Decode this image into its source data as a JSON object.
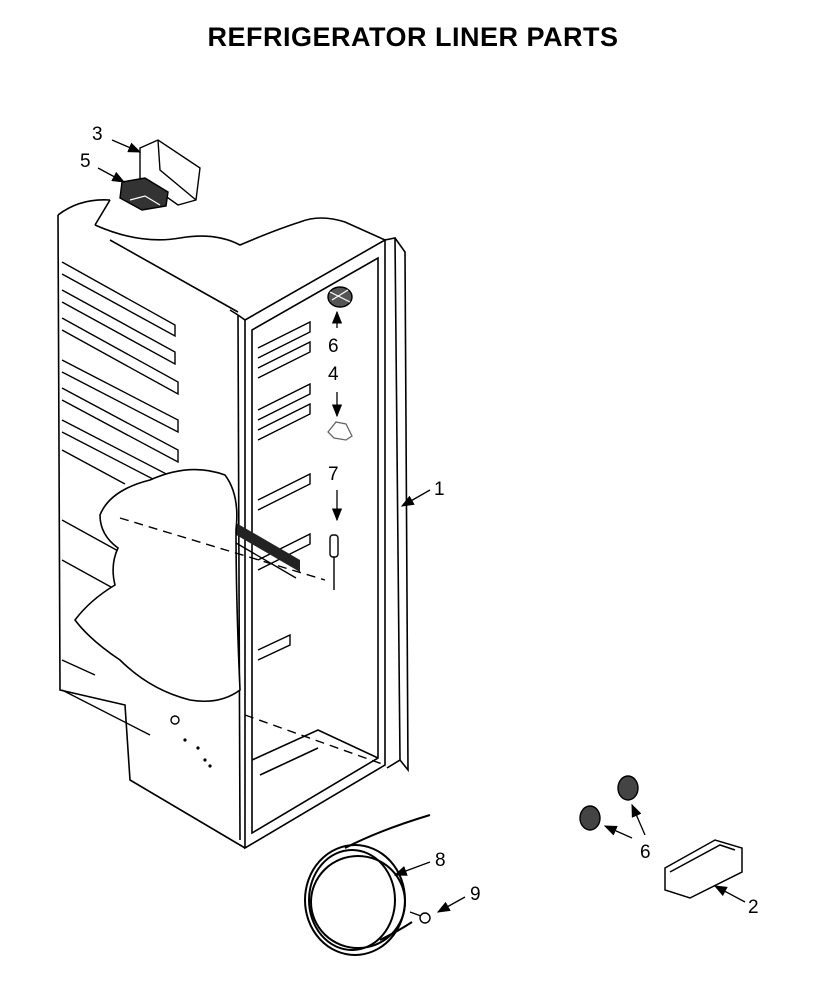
{
  "title": "REFRIGERATOR LINER PARTS",
  "callouts": [
    {
      "id": "c3",
      "number": "3"
    },
    {
      "id": "c5",
      "number": "5"
    },
    {
      "id": "c6a",
      "number": "6"
    },
    {
      "id": "c4",
      "number": "4"
    },
    {
      "id": "c7",
      "number": "7"
    },
    {
      "id": "c1",
      "number": "1"
    },
    {
      "id": "c8",
      "number": "8"
    },
    {
      "id": "c9",
      "number": "9"
    },
    {
      "id": "c6b",
      "number": "6"
    },
    {
      "id": "c2",
      "number": "2"
    }
  ]
}
